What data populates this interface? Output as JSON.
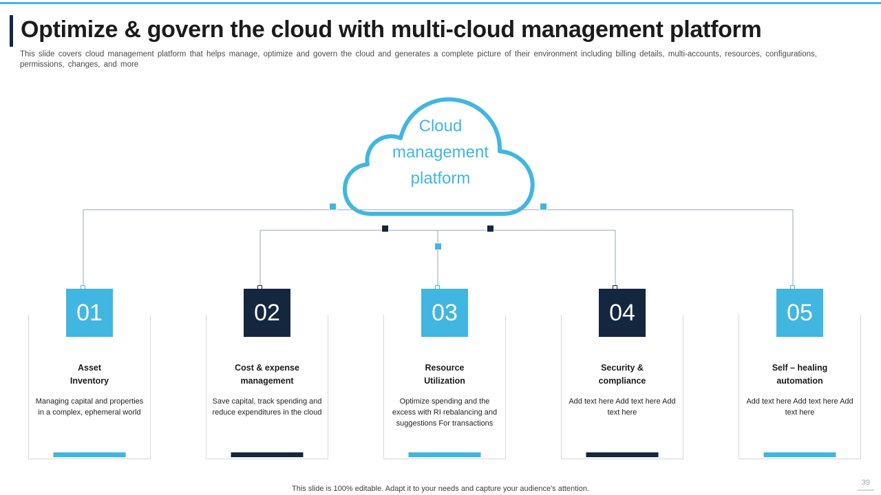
{
  "slide": {
    "title": "Optimize & govern the cloud with multi-cloud management platform",
    "subtitle": "This slide covers cloud management platform that helps manage, optimize and govern the cloud and generates a complete picture of their environment including billing details, multi-accounts, resources, configurations, permissions, changes, and more",
    "footer_note": "This slide is 100% editable. Adapt it to your needs and capture your audience's attention.",
    "page_number": "39"
  },
  "cloud": {
    "label_line1": "Cloud",
    "label_line2": "management",
    "label_line3": "platform",
    "color": "#41b6e0"
  },
  "colors": {
    "accent_light": "#41b6e0",
    "accent_dark": "#14273f",
    "text": "#1b1b1b",
    "border": "#d8d8d8"
  },
  "cards": [
    {
      "number": "01",
      "title_line1": "Asset",
      "title_line2": "Inventory",
      "body": "Managing capital and properties in a complex, ephemeral world",
      "color": "#41b6e0"
    },
    {
      "number": "02",
      "title_line1": "Cost & expense",
      "title_line2": "management",
      "body": "Save capital, track spending and reduce expenditures in the cloud",
      "color": "#14273f"
    },
    {
      "number": "03",
      "title_line1": "Resource",
      "title_line2": "Utilization",
      "body": "Optimize spending and the excess with RI rebalancing and suggestions For transactions",
      "color": "#41b6e0"
    },
    {
      "number": "04",
      "title_line1": "Security &",
      "title_line2": "compliance",
      "body": "Add text here Add text here Add text here",
      "color": "#14273f"
    },
    {
      "number": "05",
      "title_line1": "Self – healing",
      "title_line2": "automation",
      "body": "Add text here Add text here Add text here",
      "color": "#41b6e0"
    }
  ]
}
